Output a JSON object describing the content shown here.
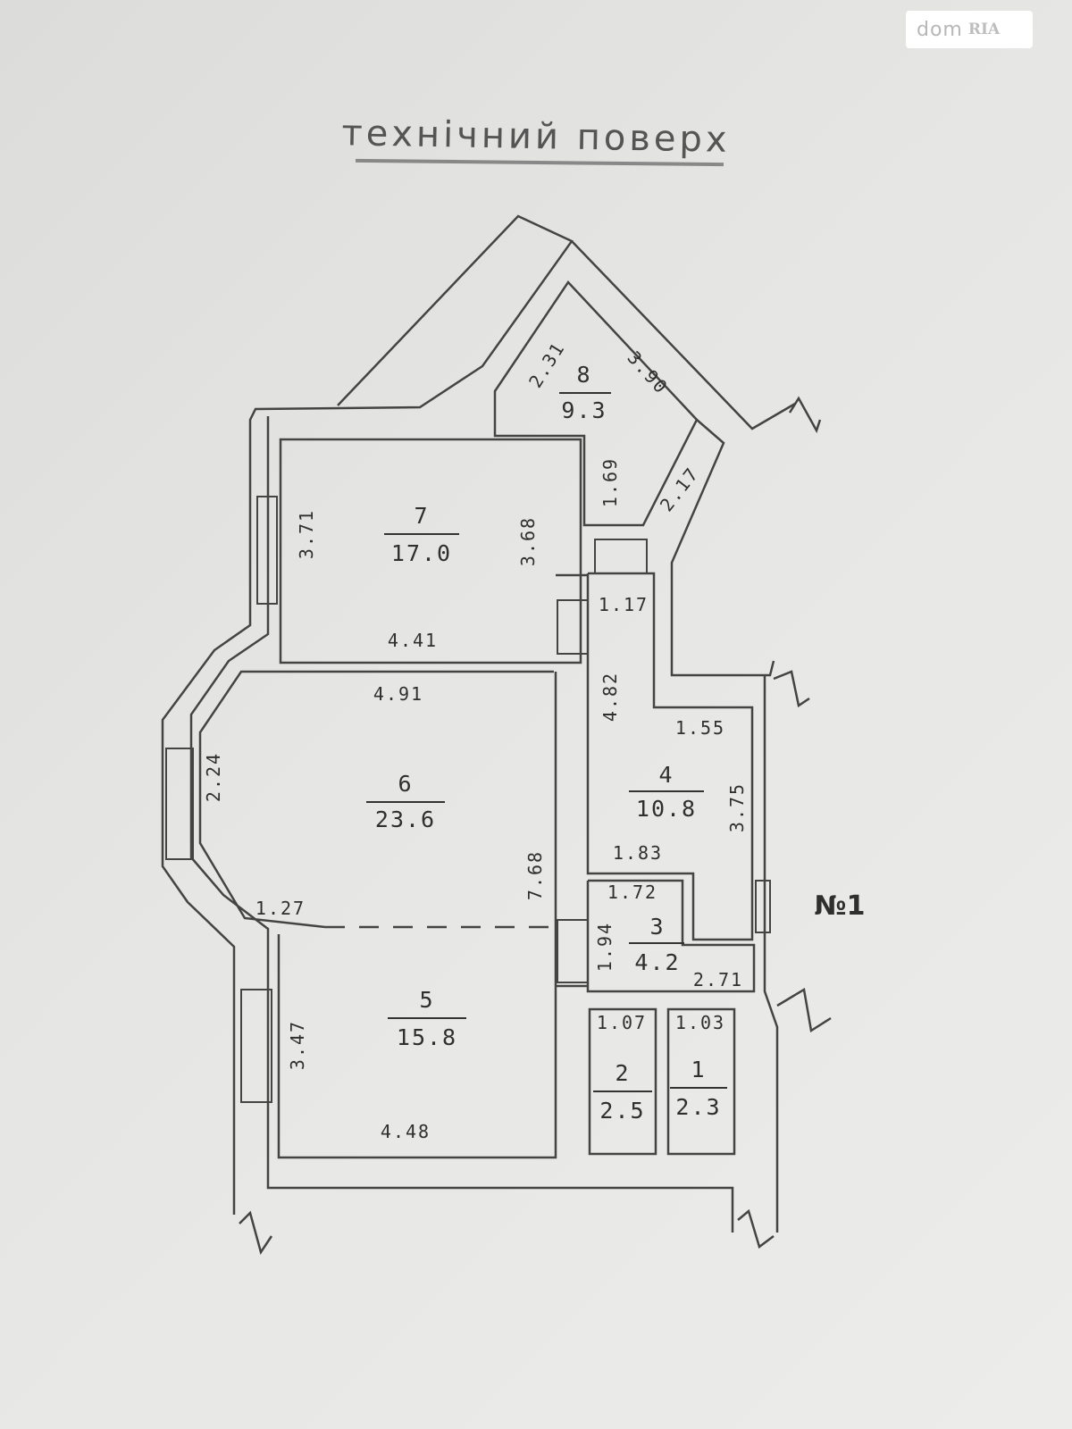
{
  "watermark": {
    "text": "dom",
    "text2": "RIA"
  },
  "title": "технічний поверх",
  "rooms": [
    {
      "id": "1",
      "area": "2.3"
    },
    {
      "id": "2",
      "area": "2.5"
    },
    {
      "id": "3",
      "area": "4.2"
    },
    {
      "id": "4",
      "area": "10.8"
    },
    {
      "id": "5",
      "area": "15.8"
    },
    {
      "id": "6",
      "area": "23.6"
    },
    {
      "id": "7",
      "area": "17.0"
    },
    {
      "id": "8",
      "area": "9.3"
    }
  ],
  "dimensions": {
    "r8_a": "2.31",
    "r8_b": "3.90",
    "r8_c": "1.69",
    "r8_d": "2.17",
    "r7_h": "3.71",
    "r7_h2": "3.68",
    "r7_w": "4.41",
    "hall_w": "1.17",
    "hall_h": "4.82",
    "r6_w": "4.91",
    "r6_h": "2.24",
    "r6_b": "1.27",
    "r6_h2": "7.68",
    "r4_w": "1.55",
    "r4_h": "3.75",
    "r4_w2": "1.83",
    "r3_w": "1.72",
    "r3_h": "1.94",
    "r3_w2": "2.71",
    "r5_h": "3.47",
    "r5_w": "4.48",
    "r2_w": "1.07",
    "r1_w": "1.03"
  },
  "entrance_label": "№1"
}
